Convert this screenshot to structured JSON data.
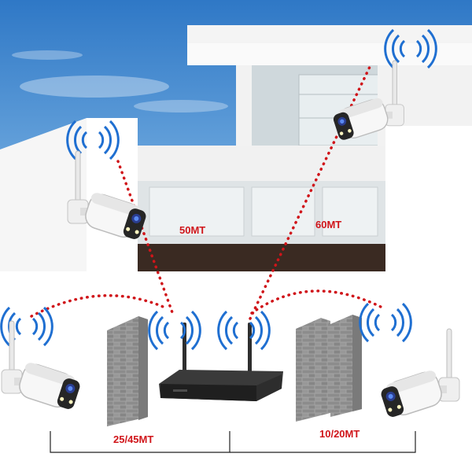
{
  "distance_labels": {
    "cam_top_left": "50MT",
    "cam_top_right": "60MT",
    "cam_bottom_left": "25/45MT",
    "cam_bottom_right": "10/20MT"
  },
  "colors": {
    "sky": "#3f86cf",
    "wall": "#ffffff",
    "signal": "#1f6fd1",
    "link": "#d0151a",
    "brick": "#8f8f8f",
    "nvr": "#2b2b2b"
  },
  "icons": [
    "wifi-signal-icon",
    "bullet-camera",
    "nvr-recorder",
    "brick-wall"
  ]
}
